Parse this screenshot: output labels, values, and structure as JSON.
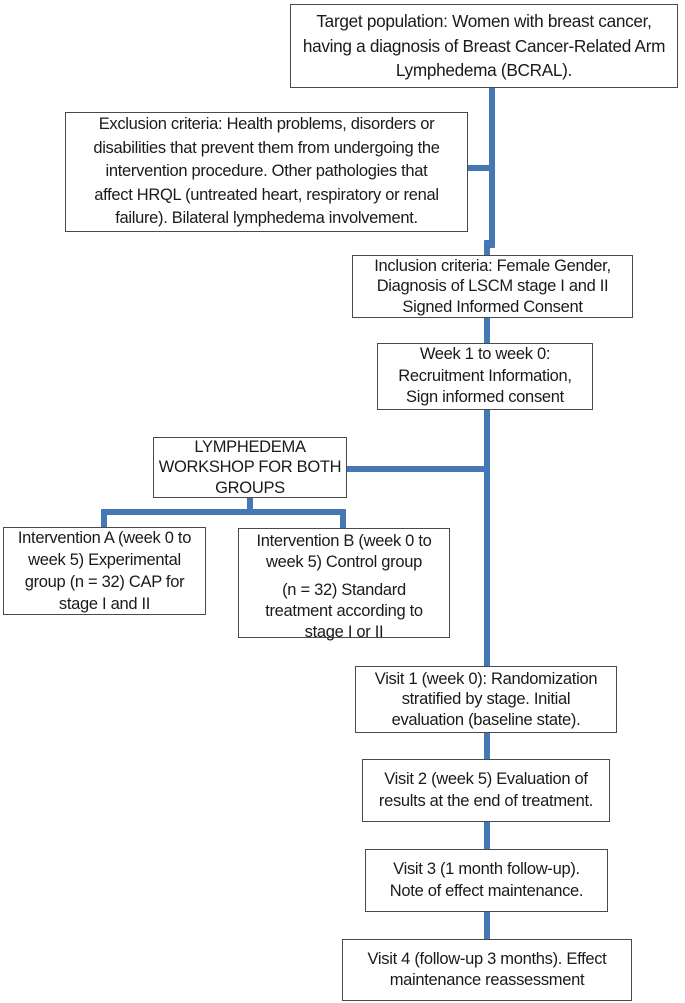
{
  "colors": {
    "connector_blue": "#4577b4",
    "box_border": "#4a4a4a",
    "text": "#1a1a1a",
    "background": "#ffffff"
  },
  "diagram": {
    "boxes": {
      "target_population": {
        "lines": [
          "Target population: Women with breast cancer,",
          "having a diagnosis of Breast Cancer-Related Arm",
          "Lymphedema (BCRAL)."
        ]
      },
      "exclusion": {
        "lines": [
          "Exclusion criteria: Health problems, disorders or",
          "disabilities that prevent them from undergoing the",
          "intervention procedure. Other pathologies that",
          "affect HRQL (untreated heart, respiratory or renal",
          "failure). Bilateral lymphedema involvement."
        ]
      },
      "inclusion": {
        "lines": [
          "Inclusion criteria: Female Gender,",
          "Diagnosis of LSCM stage I and II",
          "Signed Informed Consent"
        ]
      },
      "week_recruitment": {
        "lines": [
          "Week 1 to week 0:",
          "Recruitment Information,",
          "Sign informed consent"
        ]
      },
      "workshop": {
        "lines": [
          "LYMPHEDEMA",
          "WORKSHOP FOR BOTH",
          "GROUPS"
        ]
      },
      "intervention_a": {
        "lines": [
          "Intervention A (week 0 to",
          "week 5) Experimental",
          "group (n = 32) CAP for",
          "stage I and II"
        ]
      },
      "intervention_b": {
        "para1": [
          "Intervention B (week 0 to",
          "week 5) Control group"
        ],
        "para2": [
          "(n = 32) Standard",
          "treatment according to",
          "stage I or II"
        ]
      },
      "visit1": {
        "lines": [
          "Visit 1 (week 0): Randomization",
          "stratified by stage. Initial",
          "evaluation (baseline state)."
        ]
      },
      "visit2": {
        "lines": [
          "Visit 2 (week 5) Evaluation of",
          "results at the end of treatment."
        ]
      },
      "visit3": {
        "lines": [
          "Visit 3 (1 month follow-up).",
          "Note of effect maintenance."
        ]
      },
      "visit4": {
        "lines": [
          "Visit 4 (follow-up 3 months). Effect",
          "maintenance reassessment"
        ]
      }
    }
  }
}
